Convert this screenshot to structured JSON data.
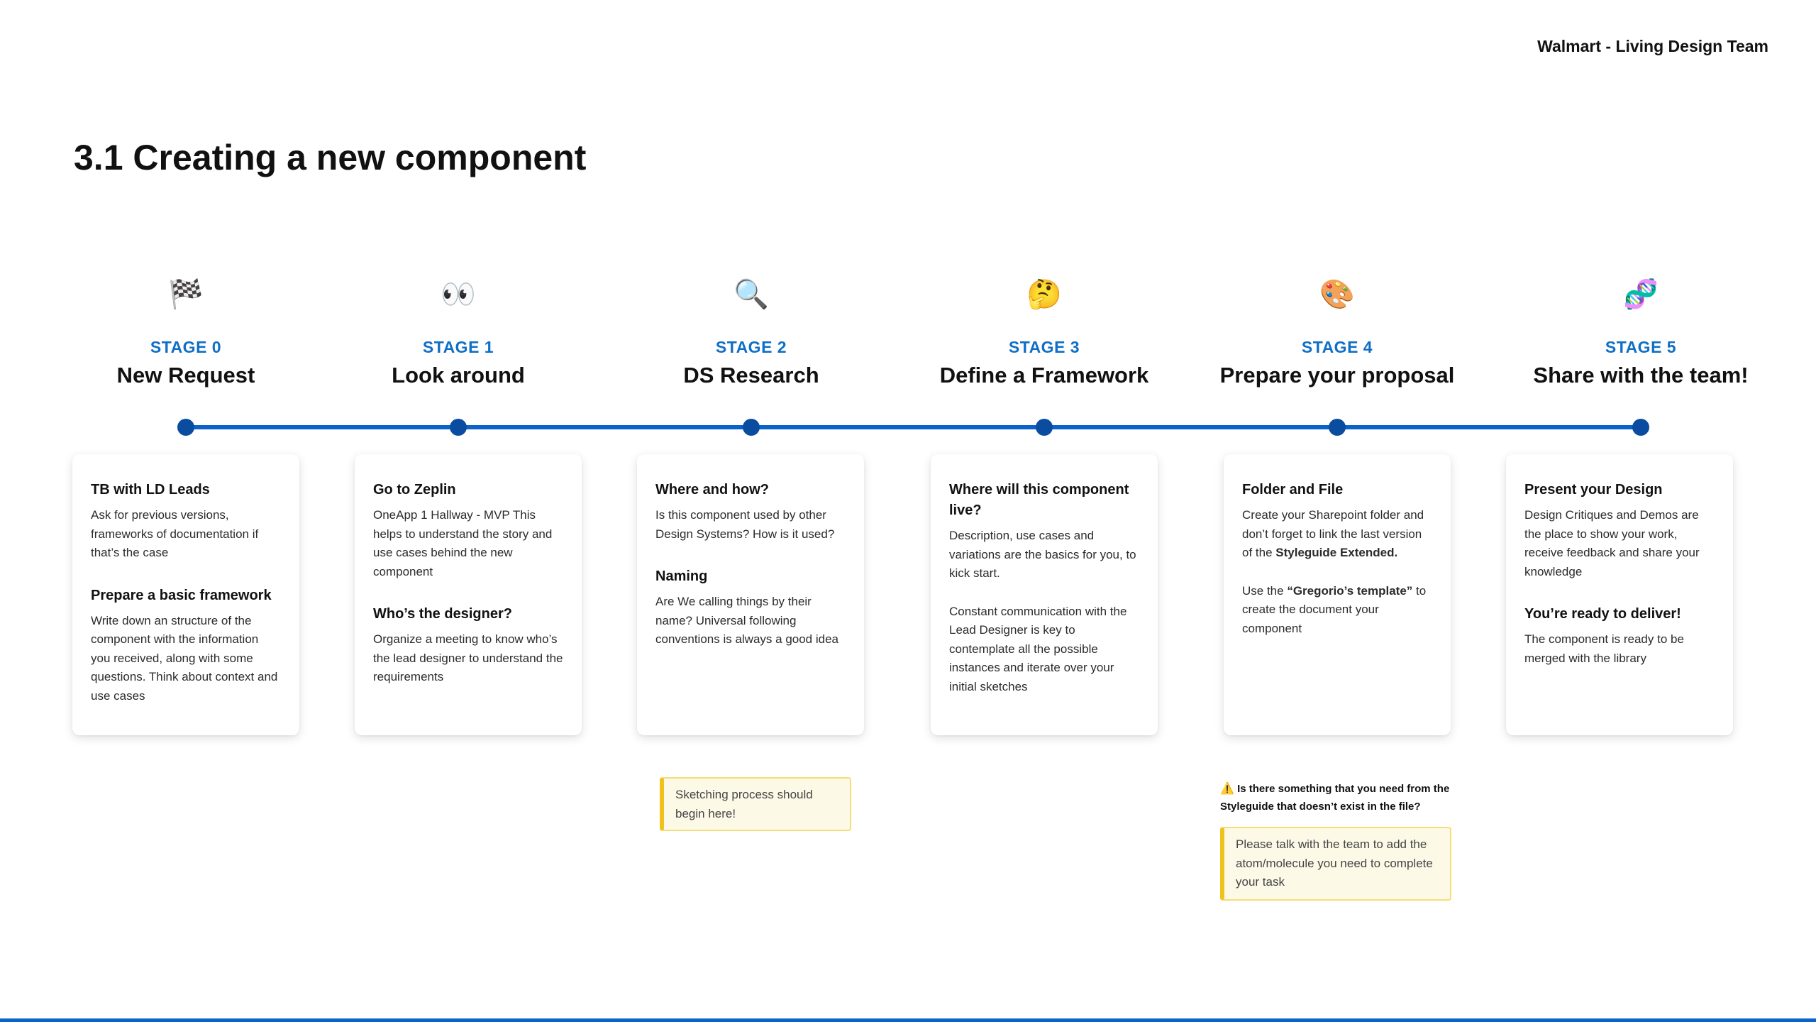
{
  "header": {
    "team": "Walmart - Living Design Team"
  },
  "page_title": "3.1 Creating a new component",
  "stages": [
    {
      "icon": "🏁",
      "icon_name": "checkered-flag",
      "label": "STAGE 0",
      "title": "New Request",
      "card": {
        "h1": "TB with LD Leads",
        "p1": "Ask for previous versions, frameworks of documentation if that’s the case",
        "h2": "Prepare a basic framework",
        "p2": "Write down an structure of the component with the information you received, along with some questions. Think about context and use cases"
      }
    },
    {
      "icon": "👀",
      "icon_name": "eyes",
      "label": "STAGE 1",
      "title": "Look around",
      "card": {
        "h1": "Go to Zeplin",
        "p1": "OneApp 1 Hallway - MVP This helps to understand the story and use cases behind the new component",
        "h2": "Who’s the designer?",
        "p2": "Organize a meeting to know who’s the lead designer to understand the requirements"
      }
    },
    {
      "icon": "🔍",
      "icon_name": "magnifying-glass",
      "label": "STAGE 2",
      "title": "DS Research",
      "card": {
        "h1": "Where and how?",
        "p1": "Is this component used by other Design Systems? How is it used?",
        "h2": "Naming",
        "p2": "Are We calling things by their name? Universal following conventions is always a good idea"
      }
    },
    {
      "icon": "🤔",
      "icon_name": "thinking-face",
      "label": "STAGE 3",
      "title": "Define a Framework",
      "card": {
        "h1": "Where will this component live?",
        "p1": "Description, use cases and variations are the basics for you, to kick start.",
        "p2": "Constant communication with the Lead Designer is key to contemplate all the possible instances and iterate over your initial sketches"
      }
    },
    {
      "icon": "🎨",
      "icon_name": "artist-palette",
      "label": "STAGE 4",
      "title": "Prepare your proposal",
      "card": {
        "h1": "Folder and File",
        "p1a": "Create your Sharepoint folder and don’t forget to link the last version of the ",
        "p1b": "Styleguide Extended.",
        "p2a": "Use the ",
        "p2b": "“Gregorio’s template”",
        "p2c": " to create the document your component"
      }
    },
    {
      "icon": "🧬",
      "icon_name": "dna",
      "label": "STAGE 5",
      "title": "Share with the team!",
      "card": {
        "h1": "Present your Design",
        "p1": "Design Critiques and Demos are the place to show your work, receive feedback and share your knowledge",
        "h2": "You’re ready to deliver!",
        "p2": "The component is ready to be merged with the library"
      }
    }
  ],
  "notes": {
    "sketching": "Sketching process should begin here!",
    "warning_icon": "⚠️",
    "warning": "Is there something that you need from the Styleguide that doesn’t exist in the file?",
    "talk": "Please talk with the team to add the atom/molecule you need to complete your task"
  },
  "colors": {
    "accent": "#0f6fc6",
    "timeline": "#0b63c9",
    "dot": "#0a4da0",
    "note_bg": "#fdf9e7",
    "note_border": "#f1c21b"
  }
}
